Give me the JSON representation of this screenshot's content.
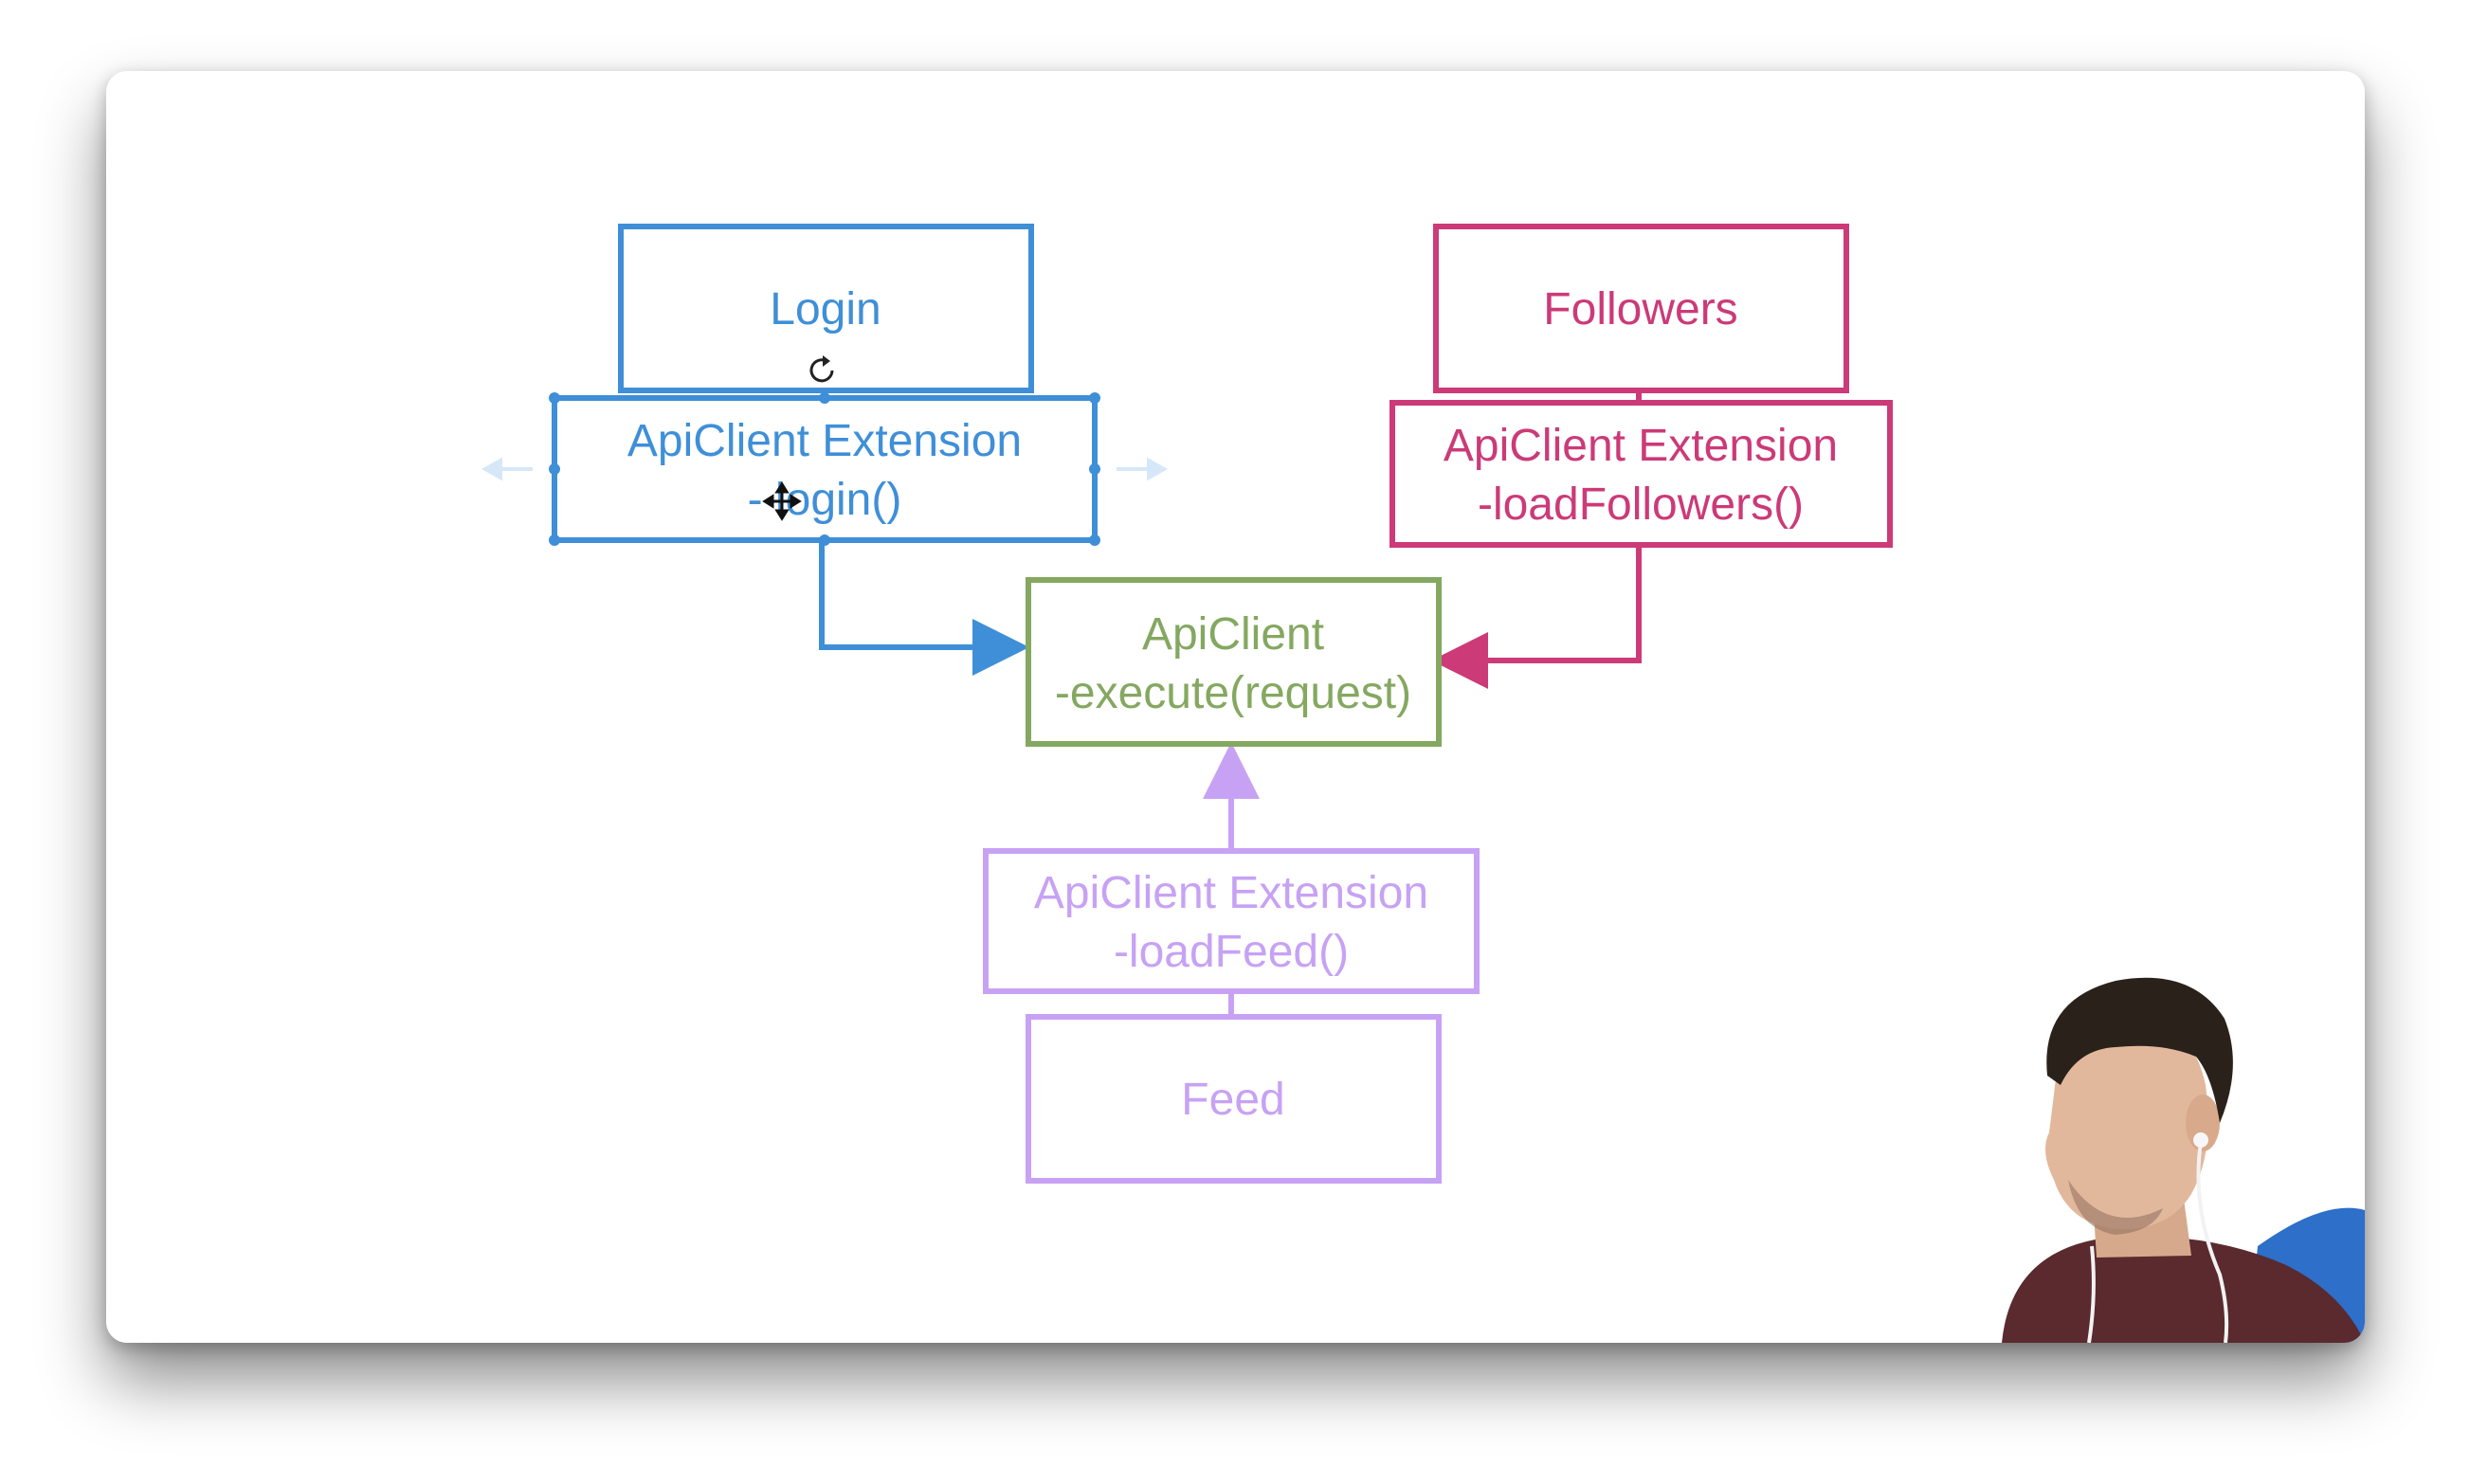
{
  "colors": {
    "blue": "#3f8fd8",
    "magenta": "#cc3a78",
    "green": "#84a860",
    "purple": "#c7a2f4"
  },
  "nodes": {
    "login": {
      "label": "Login"
    },
    "login_extension": {
      "line1": "ApiClient Extension",
      "line2": "- login()"
    },
    "followers": {
      "label": "Followers"
    },
    "followers_extension": {
      "line1": "ApiClient Extension",
      "line2": "-loadFollowers()"
    },
    "api_client": {
      "line1": "ApiClient",
      "line2": "-execute(request)"
    },
    "feed_extension": {
      "line1": "ApiClient Extension",
      "line2": "-loadFeed()"
    },
    "feed": {
      "label": "Feed"
    }
  },
  "icons": {
    "rotate_handle": "rotate-icon",
    "move_cursor": "move-cursor-icon"
  }
}
